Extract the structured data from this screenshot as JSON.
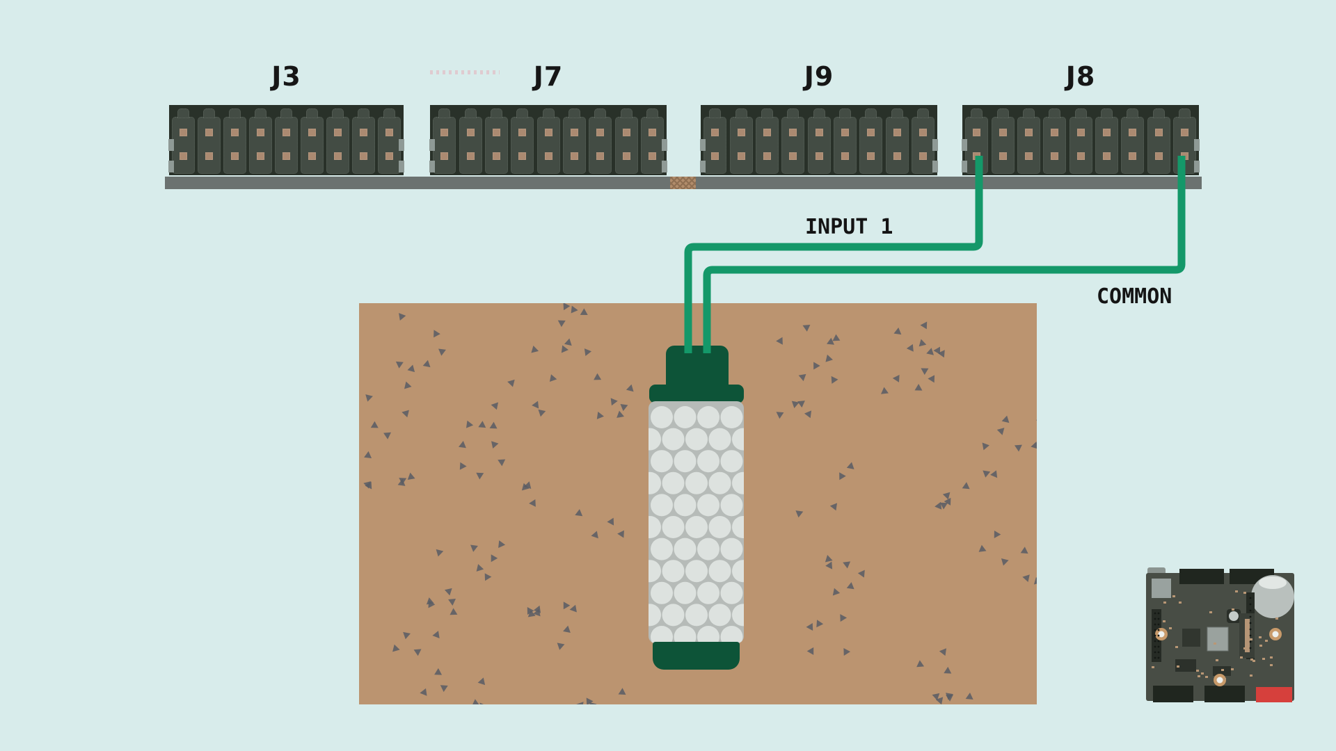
{
  "diagram": {
    "title_hint": "terminal-blocks-to-buried-sensor wiring diagram",
    "background_color": "#d8eceb",
    "connectors": {
      "labels": [
        "J3",
        "J7",
        "J9",
        "J8"
      ],
      "terminals_per_block": 9,
      "body_color": "#293129",
      "terminal_color": "#434c44",
      "contact_color": "#ab8a71",
      "clip_color": "#8f9a96",
      "rail_color": "#6b7270",
      "rail_splice_color": "#b18c6b",
      "rail_splice_hatch": "#8f6f52"
    },
    "wires": {
      "color": "#149869",
      "items": [
        {
          "label": "INPUT 1",
          "connector": "J8",
          "terminal": 1
        },
        {
          "label": "COMMON",
          "connector": "J8",
          "terminal": 9
        }
      ]
    },
    "soil": {
      "color": "#bb9470",
      "speckle_color": "#585c64"
    },
    "sensor": {
      "cap_color": "#0d5438",
      "body_color": "#b6bbb8",
      "hole_color": "#dde2df"
    },
    "board": {
      "pcb_color": "#484d45",
      "connector_color": "#20261f",
      "accent_color": "#d6403c",
      "battery_color": "#b9c0bd",
      "copper_color": "#c89a6a"
    }
  }
}
